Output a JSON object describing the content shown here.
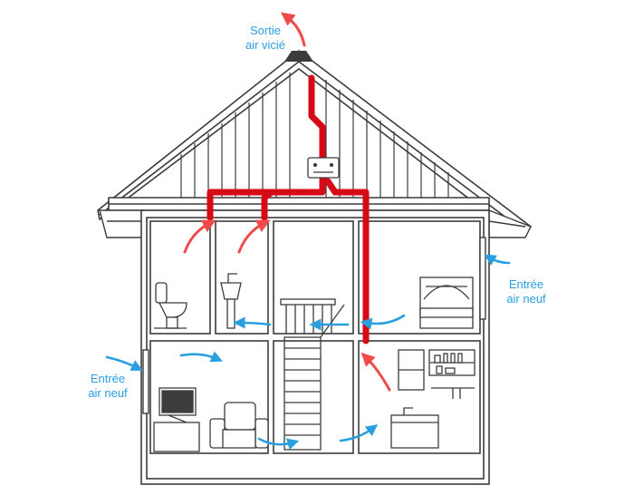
{
  "labels": {
    "exhaust_line1": "Sortie",
    "exhaust_line2": "air vicié",
    "intake_right_line1": "Entrée",
    "intake_right_line2": "air neuf",
    "intake_left_line1": "Entrée",
    "intake_left_line2": "air neuf"
  },
  "colors": {
    "outline": "#3c3c3c",
    "duct": "#d60a16",
    "stale_air": "#f04a4a",
    "fresh_air": "#2a9fe0",
    "background": "#ffffff"
  }
}
